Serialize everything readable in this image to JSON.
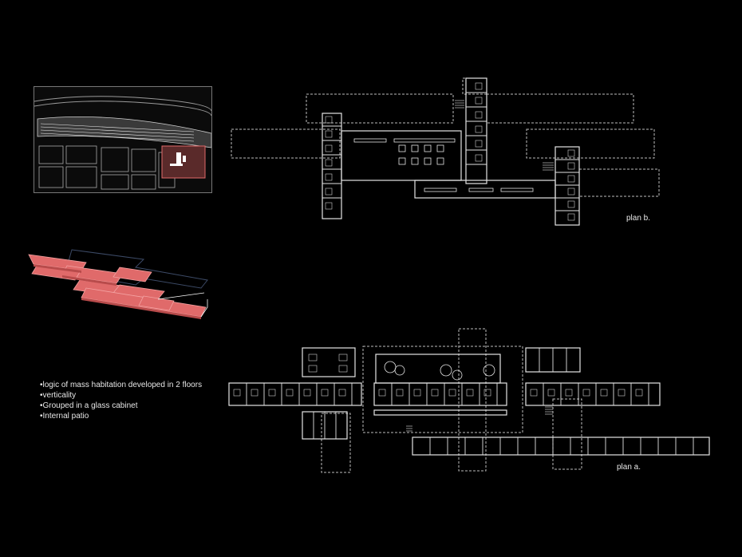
{
  "labels": {
    "plan_b": "plan b.",
    "plan_a": "plan a."
  },
  "notes": [
    "•logic of mass habitation developed in 2 floors",
    "•verticality",
    "•Grouped in a glass cabinet",
    "•Internal patio"
  ],
  "colors": {
    "background": "#000000",
    "line": "#dcdcdc",
    "dashed": "#bdbdbd",
    "highlight": "#e06a6a",
    "highlight_edge": "#b84b4b"
  }
}
